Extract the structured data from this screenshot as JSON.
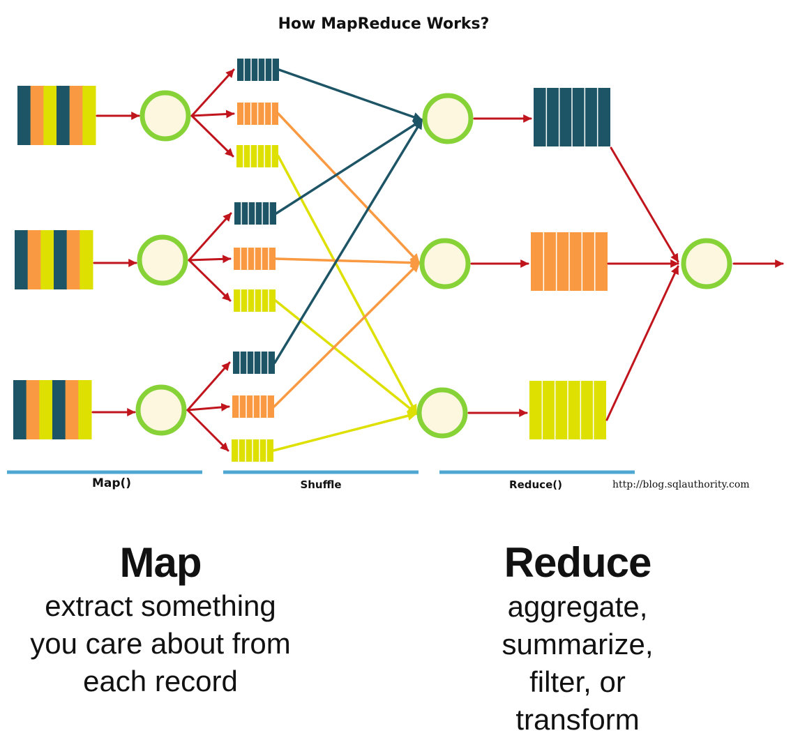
{
  "diagram": {
    "title": "How MapReduce Works?",
    "phases": {
      "map": "Map()",
      "shuffle": "Shuffle",
      "reduce": "Reduce()"
    },
    "credit": "http://blog.sqlauthority.com"
  },
  "colors": {
    "teal": "#1d5566",
    "orange": "#f99a42",
    "yellow": "#dde000",
    "node_ring": "#86d237",
    "node_fill": "#fdf7df",
    "arrow_red": "#c0151d",
    "phase_line": "#4ea8d2"
  },
  "map_section": {
    "heading": "Map",
    "description": [
      "extract something",
      "you care about from",
      "each record"
    ]
  },
  "reduce_section": {
    "heading": "Reduce",
    "description": [
      "aggregate,",
      "summarize,",
      "filter, or",
      "transform"
    ]
  }
}
